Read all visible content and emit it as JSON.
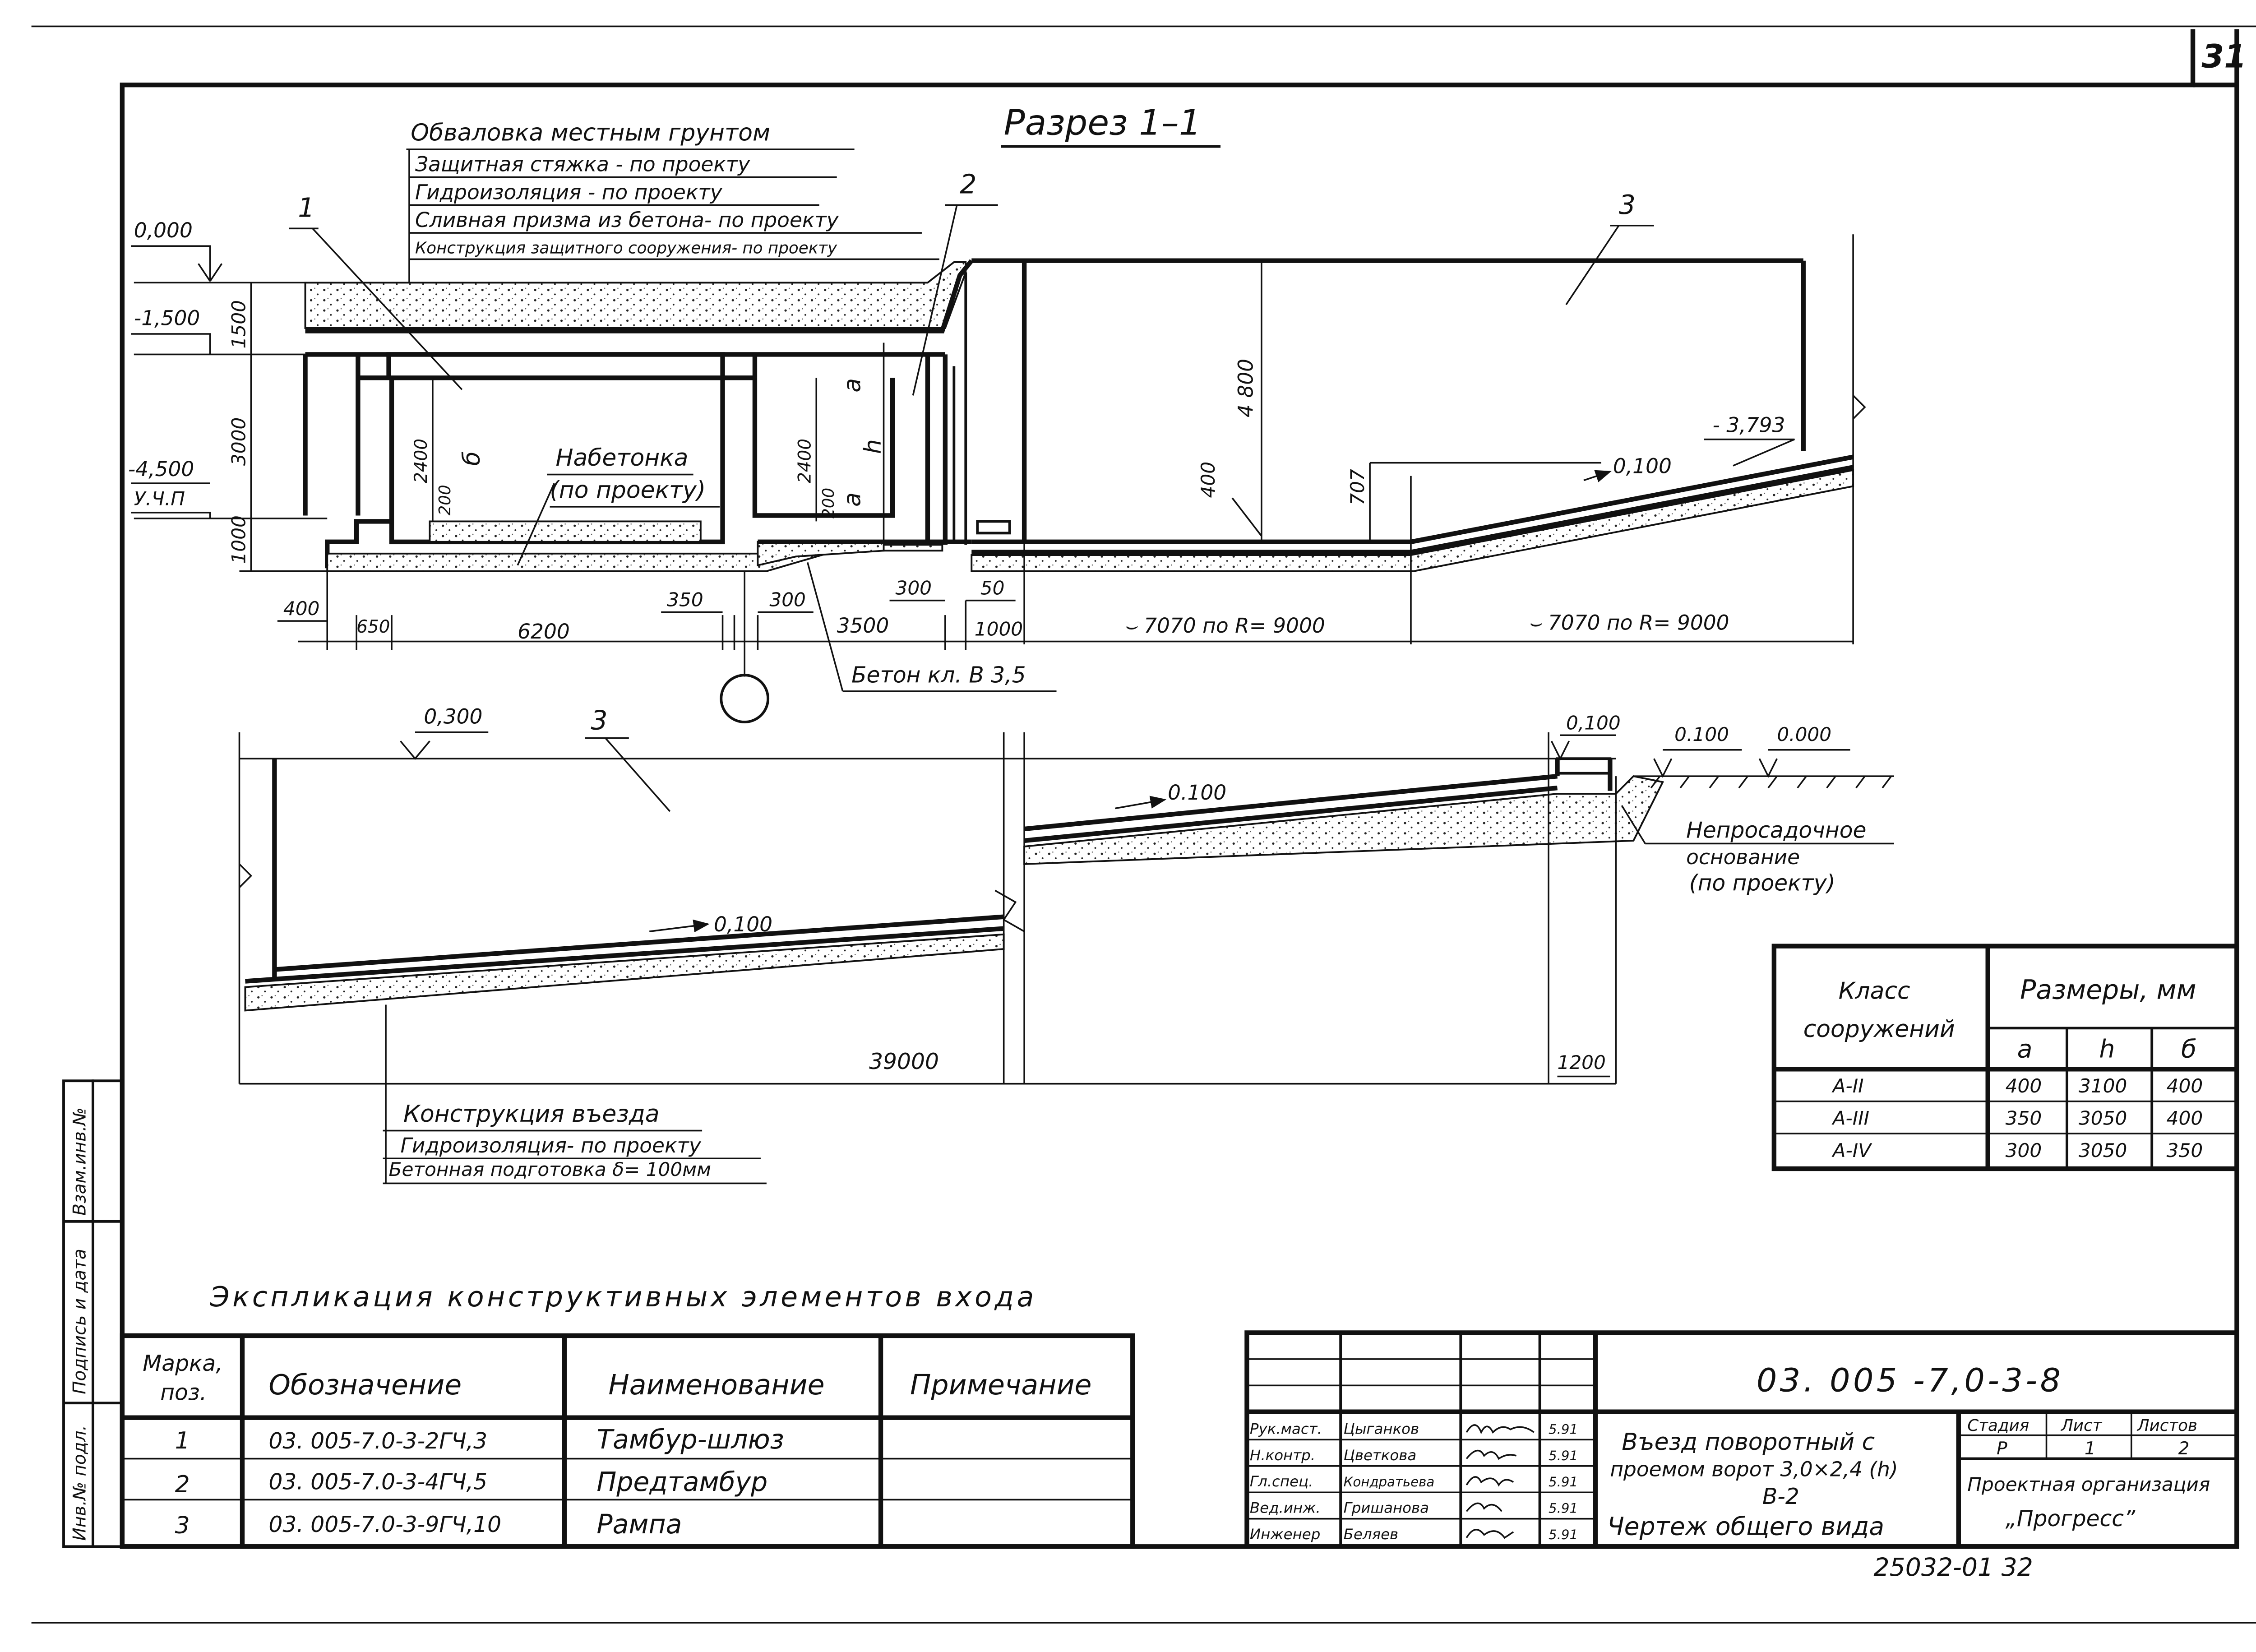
{
  "sheet_number": "31",
  "section_title": "Разрез 1–1",
  "layers_callout": {
    "title": "Обваловка местным грунтом",
    "items": [
      "Защитная стяжка - по проекту",
      "Гидроизоляция - по проекту",
      "Сливная призма из бетона- по проекту",
      "Конструкция защитного сооружения- по проекту"
    ]
  },
  "positions": {
    "p1": "1",
    "p2": "2",
    "p3": "3",
    "p3b": "3"
  },
  "elevations": {
    "e0": "0,000",
    "e1": "-1,500",
    "e2": "-4,500",
    "uchp": "У.Ч.П",
    "e3": "- 3,793",
    "e4": "0,300",
    "e5": "0,100",
    "e6": "0.100",
    "e7": "0.000"
  },
  "dims_vertical": {
    "d1500": "1500",
    "d3000": "3000",
    "d1000": "1000",
    "d2400a": "2400",
    "d200a": "200",
    "b_label": "б",
    "d2400b": "2400",
    "d200b": "200",
    "a_top": "а",
    "a_bot": "а",
    "h": "h",
    "d4800": "4 800",
    "d400": "400",
    "d707": "707"
  },
  "dims_horizontal": {
    "d400": "400",
    "d650": "650",
    "d6200": "6200",
    "d350": "350",
    "d300a": "300",
    "d3500": "3500",
    "d300b": "300",
    "d50": "50",
    "d1000": "1000",
    "arc1": "⌣ 7070 по R= 9000",
    "arc2": "⌣ 7070 по R= 9000",
    "d39000": "39000",
    "d1200": "1200"
  },
  "slopes": {
    "s1": "0,100",
    "s2": "0.100",
    "s3": "0,100"
  },
  "notes": {
    "nabetonka1": "Набетонка",
    "nabetonka2": "(по проекту)",
    "beton": "Бетон кл. В 3,5",
    "base1": "Непросадочное",
    "base2": "основание",
    "base3": "(по проекту)"
  },
  "entry_callout": {
    "title": "Конструкция въезда",
    "items": [
      "Гидроизоляция- по проекту",
      "Бетонная подготовка δ= 100мм"
    ]
  },
  "class_table": {
    "head_class": "Класс сооружений",
    "head_class_l1": "Класс",
    "head_class_l2": "сооружений",
    "head_sizes": "Размеры, мм",
    "col_a": "а",
    "col_h": "h",
    "col_b": "б",
    "rows": [
      {
        "cls": "А-II",
        "a": "400",
        "h": "3100",
        "b": "400"
      },
      {
        "cls": "А-III",
        "a": "350",
        "h": "3050",
        "b": "400"
      },
      {
        "cls": "А-IV",
        "a": "300",
        "h": "3050",
        "b": "350"
      }
    ]
  },
  "explication": {
    "title": "Экспликация конструктивных элементов входа",
    "headers": {
      "mark_l1": "Марка,",
      "mark_l2": "поз.",
      "designation": "Обозначение",
      "name": "Наименование",
      "note": "Примечание"
    },
    "rows": [
      {
        "mark": "1",
        "designation": "03. 005-7.0-3-2ГЧ,3",
        "name": "Тамбур-шлюз",
        "note": ""
      },
      {
        "mark": "2",
        "designation": "03. 005-7.0-3-4ГЧ,5",
        "name": "Предтамбур",
        "note": ""
      },
      {
        "mark": "3",
        "designation": "03. 005-7.0-3-9ГЧ,10",
        "name": "Рампа",
        "note": ""
      }
    ]
  },
  "title_block": {
    "doc_code": "03. 005 -7,0-3-8",
    "title_l1": "Въезд поворотный с",
    "title_l2": "проемом ворот 3,0×2,4 (h)",
    "title_l3": "В-2",
    "title_l4": "Чертеж общего вида",
    "stage_label": "Стадия",
    "sheet_label": "Лист",
    "sheets_label": "Листов",
    "stage": "Р",
    "sheet": "1",
    "sheets": "2",
    "org_l1": "Проектная организация",
    "org_l2": "„Прогресс”",
    "signers": [
      {
        "role": "Рук.маст.",
        "name": "Цыганков",
        "date": "5.91"
      },
      {
        "role": "Н.контр.",
        "name": "Цветкова",
        "date": "5.91"
      },
      {
        "role": "Гл.спец.",
        "name": "Кондратьева",
        "date": "5.91"
      },
      {
        "role": "Вед.инж.",
        "name": "Гришанова",
        "date": "5.91"
      },
      {
        "role": "Инженер",
        "name": "Беляев",
        "date": "5.91"
      }
    ]
  },
  "side_stamp": [
    "Инв.№ подл.",
    "Подпись и дата",
    "Взам.инв.№"
  ],
  "footer_code": "25032-01 32"
}
